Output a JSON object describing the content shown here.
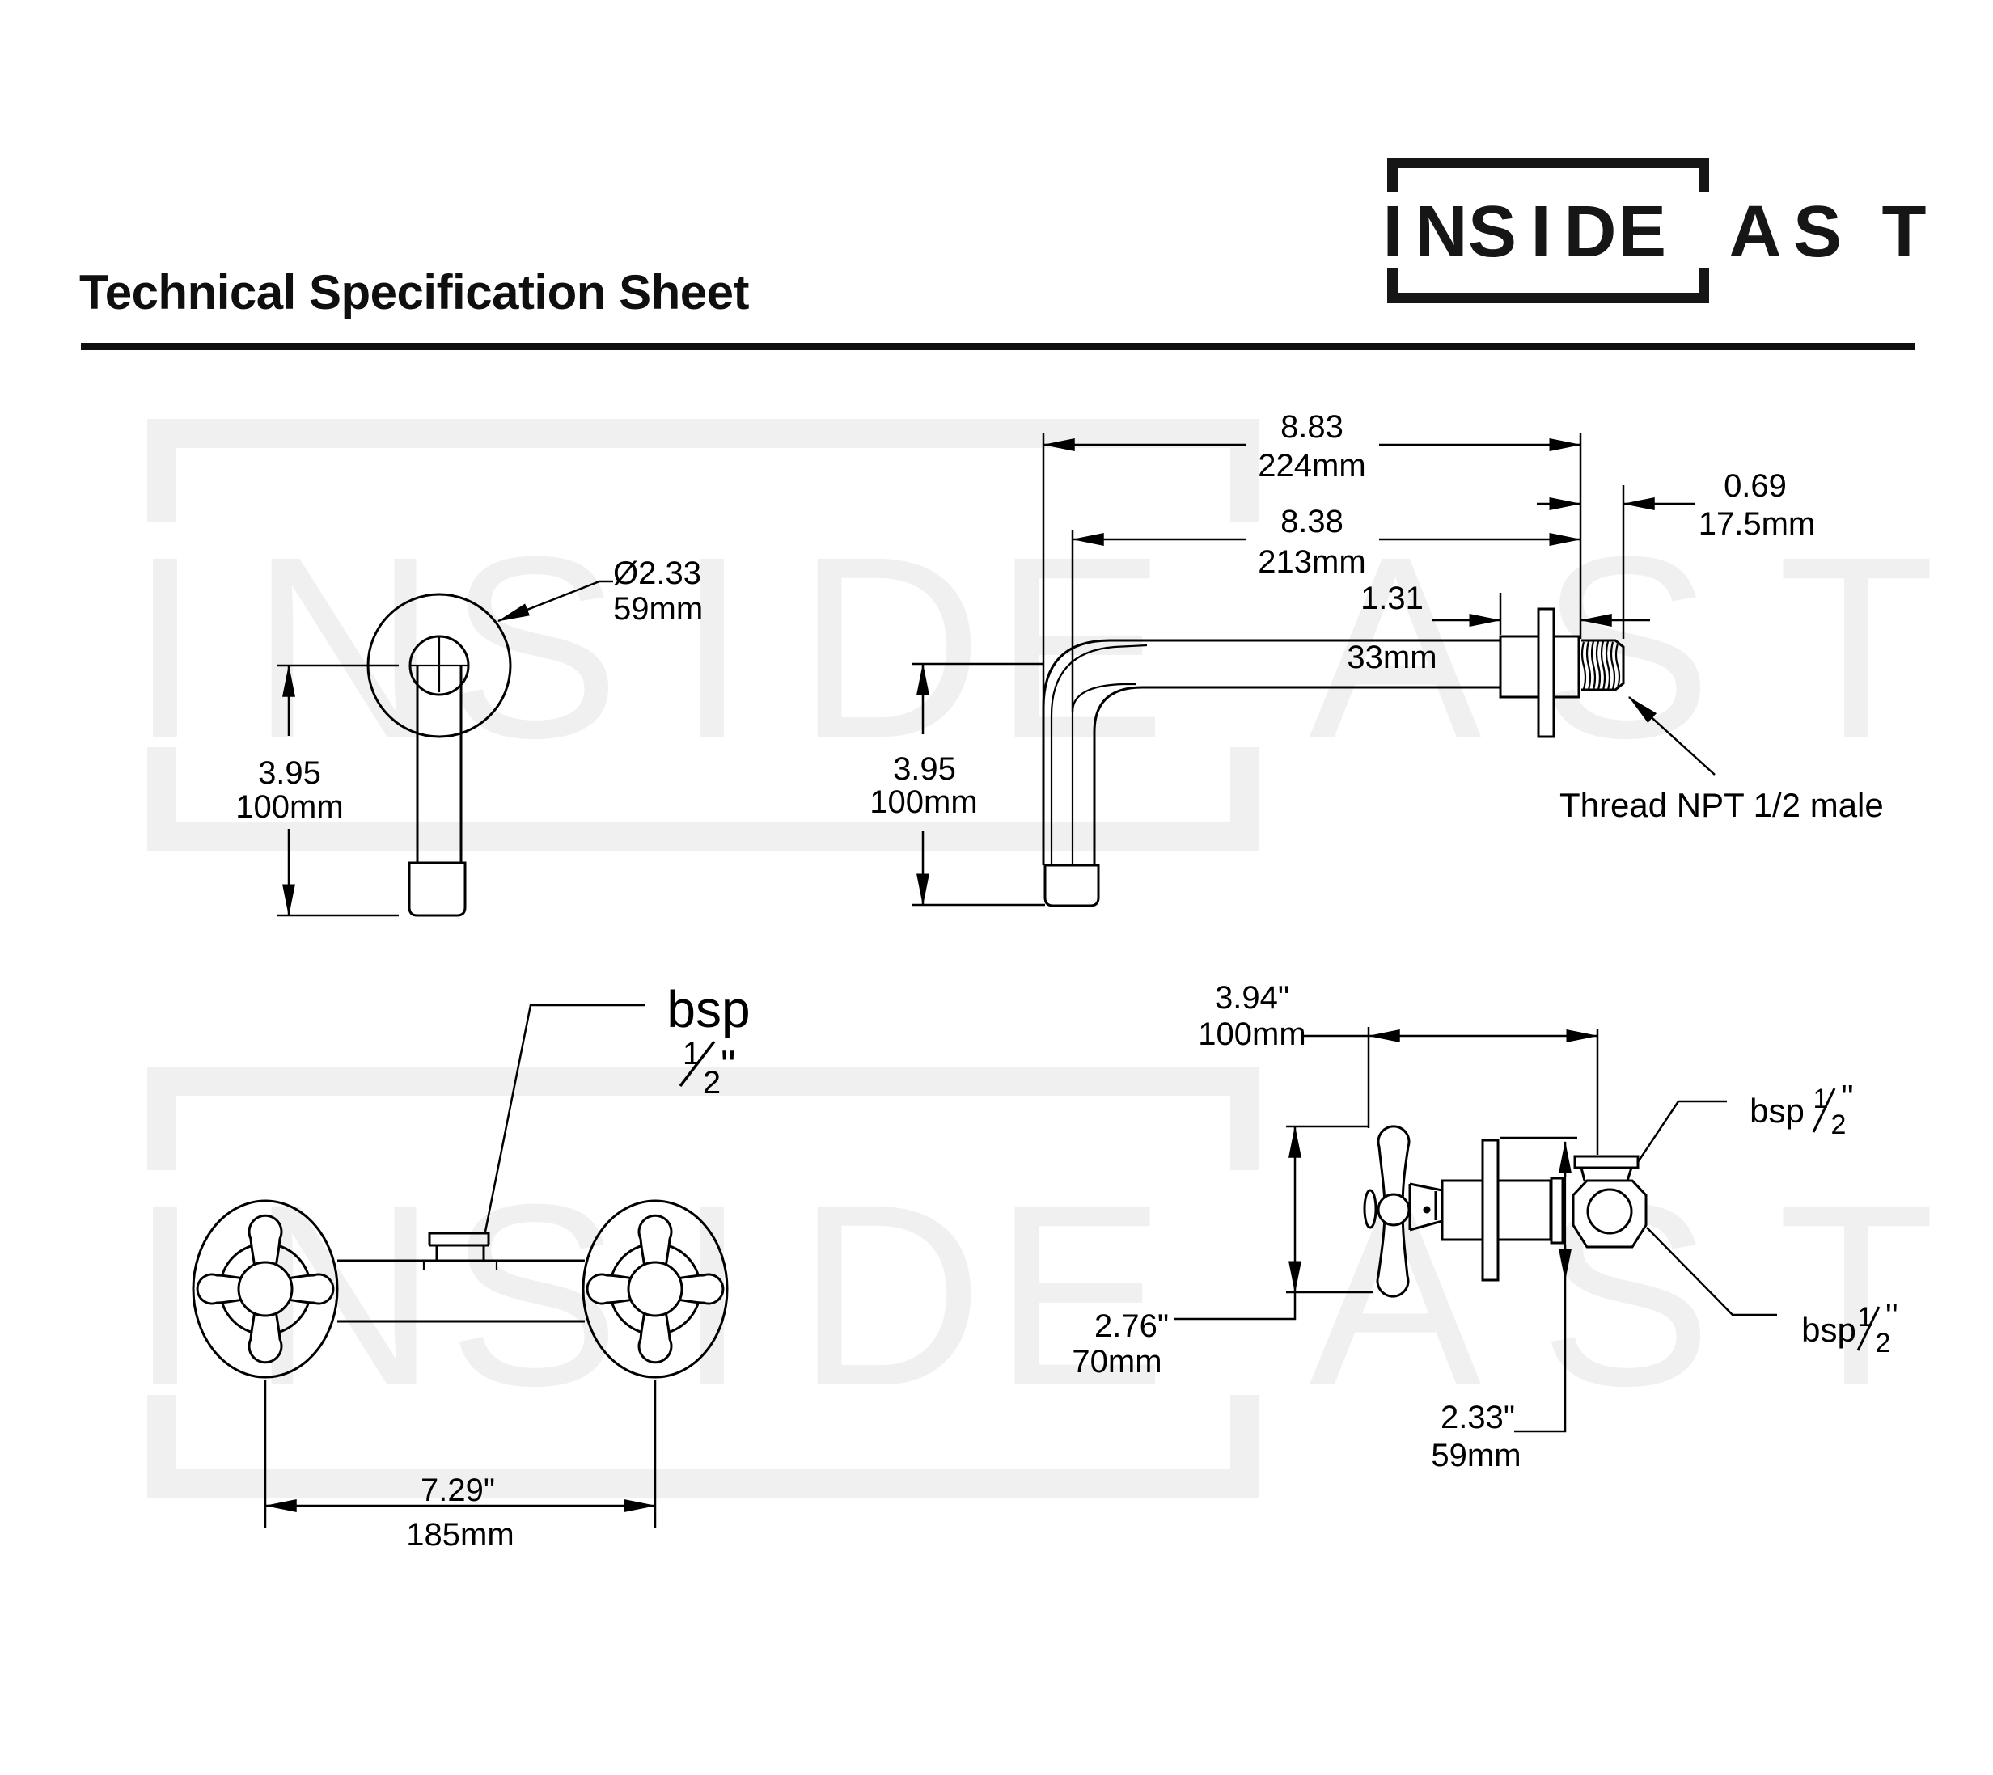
{
  "page": {
    "title": "Technical Specification Sheet"
  },
  "brand": {
    "name": "INSIDEAST",
    "letters": [
      "I",
      "N",
      "S",
      "I",
      "D",
      "E",
      "A",
      "S",
      "T"
    ]
  },
  "labels": {
    "bsp": "bsp",
    "thread_note": "Thread NPT 1/2 male"
  },
  "fraction": {
    "numerator": "1",
    "denominator": "2",
    "inch_mark": "\""
  },
  "spout_front": {
    "diameter_in": "Ø2.33",
    "diameter_mm": "59mm",
    "height_in": "3.95",
    "height_mm": "100mm"
  },
  "spout_side": {
    "total_reach_in": "8.83",
    "total_reach_mm": "224mm",
    "reach_in": "8.38",
    "reach_mm": "213mm",
    "thread_length_in": "0.69",
    "thread_length_mm": "17.5mm",
    "body_length_in": "1.31",
    "body_length_mm": "33mm",
    "drop_in": "3.95",
    "drop_mm": "100mm"
  },
  "valve_front": {
    "handle_spacing_in": "7.29\"",
    "handle_spacing_mm": "185mm"
  },
  "valve_side": {
    "depth_in": "3.94\"",
    "depth_mm": "100mm",
    "handle_height_in": "2.76\"",
    "handle_height_mm": "70mm",
    "flange_diameter_in": "2.33\"",
    "flange_diameter_mm": "59mm"
  }
}
